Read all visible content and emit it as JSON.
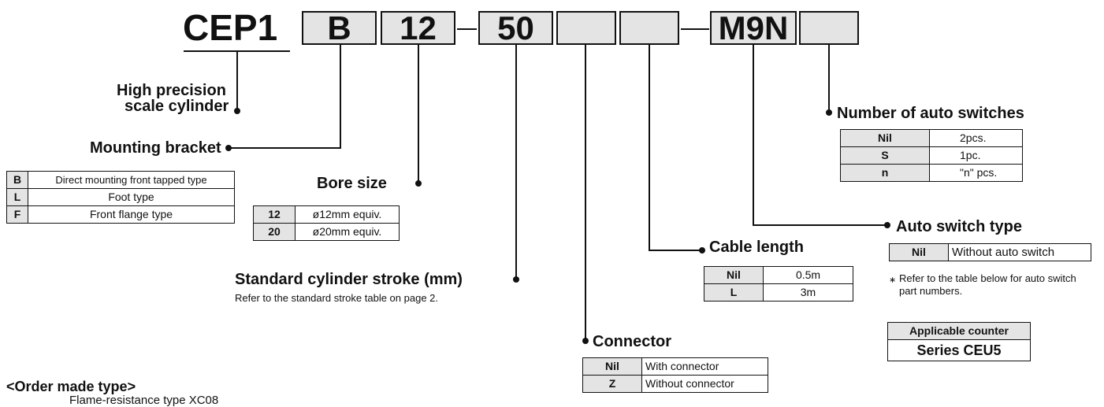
{
  "header": {
    "series": "CEP1",
    "boxes": [
      "B",
      "12",
      "50",
      "",
      "",
      "M9N",
      ""
    ]
  },
  "high_precision": {
    "line1": "High precision",
    "line2": "scale cylinder"
  },
  "mounting": {
    "title": "Mounting bracket",
    "rows": [
      {
        "code": "B",
        "desc": "Direct mounting front tapped type"
      },
      {
        "code": "L",
        "desc": "Foot type"
      },
      {
        "code": "F",
        "desc": "Front flange type"
      }
    ]
  },
  "bore": {
    "title": "Bore size",
    "rows": [
      {
        "code": "12",
        "desc": "ø12mm equiv."
      },
      {
        "code": "20",
        "desc": "ø20mm equiv."
      }
    ]
  },
  "stroke": {
    "title": "Standard cylinder stroke (mm)",
    "note": "Refer to the standard stroke table on page 2."
  },
  "connector": {
    "title": "Connector",
    "rows": [
      {
        "code": "Nil",
        "desc": "With connector"
      },
      {
        "code": "Z",
        "desc": "Without connector"
      }
    ]
  },
  "cable": {
    "title": "Cable length",
    "rows": [
      {
        "code": "Nil",
        "desc": "0.5m"
      },
      {
        "code": "L",
        "desc": "3m"
      }
    ]
  },
  "auto_switch": {
    "title": "Auto switch type",
    "rows": [
      {
        "code": "Nil",
        "desc": "Without auto switch"
      }
    ],
    "note_mark": "∗",
    "note": "Refer to the table below for auto switch part numbers."
  },
  "num_switches": {
    "title": "Number of auto switches",
    "rows": [
      {
        "code": "Nil",
        "desc": "2pcs."
      },
      {
        "code": "S",
        "desc": "1pc."
      },
      {
        "code": "n",
        "desc": "\"n\" pcs."
      }
    ]
  },
  "counter": {
    "header": "Applicable counter",
    "value": "Series CEU5"
  },
  "order_made": {
    "title": "<Order made type>",
    "line": "Flame-resistance type  XC08"
  }
}
